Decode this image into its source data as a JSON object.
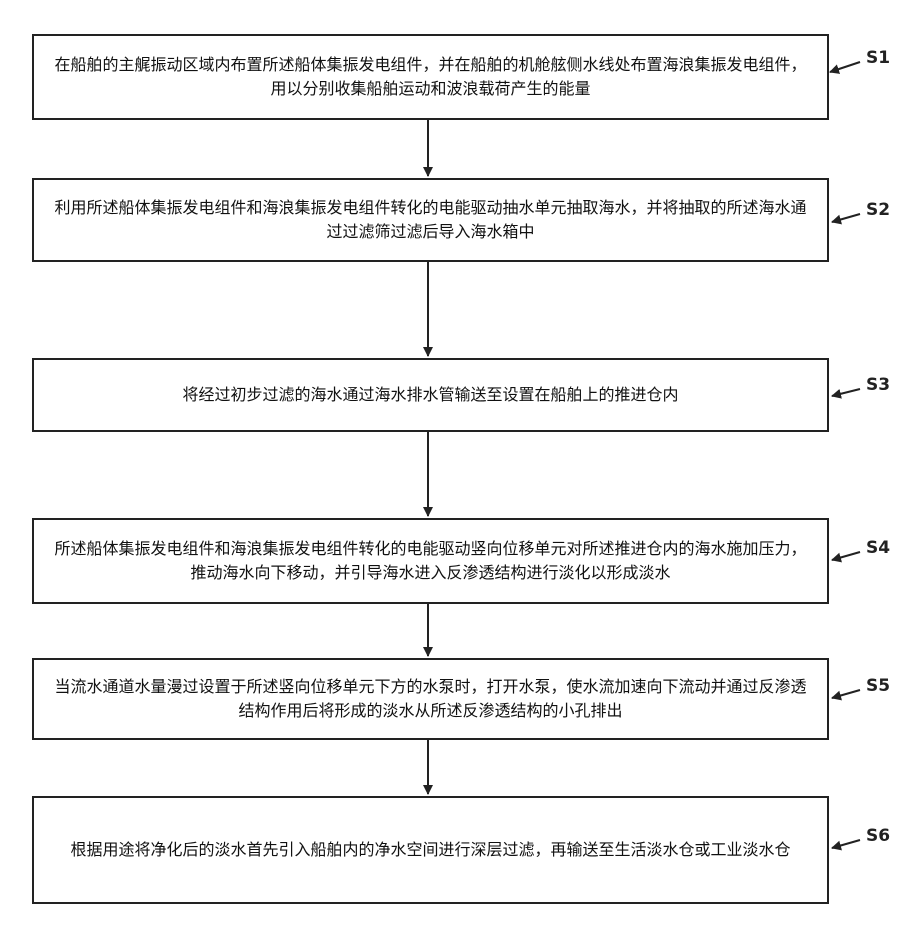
{
  "steps": [
    {
      "id": "S1",
      "text": "在船舶的主艉振动区域内布置所述船体集振发电组件，并在船舶的机舱舷侧水线处布置海浪集振发电组件，用以分别收集船舶运动和波浪载荷产生的能量"
    },
    {
      "id": "S2",
      "text": "利用所述船体集振发电组件和海浪集振发电组件转化的电能驱动抽水单元抽取海水，并将抽取的所述海水通过过滤筛过滤后导入海水箱中"
    },
    {
      "id": "S3",
      "text": "将经过初步过滤的海水通过海水排水管输送至设置在船舶上的推进仓内"
    },
    {
      "id": "S4",
      "text": "所述船体集振发电组件和海浪集振发电组件转化的电能驱动竖向位移单元对所述推进仓内的海水施加压力，推动海水向下移动，并引导海水进入反渗透结构进行淡化以形成淡水"
    },
    {
      "id": "S5",
      "text": "当流水通道水量漫过设置于所述竖向位移单元下方的水泵时，打开水泵，使水流加速向下流动并通过反渗透结构作用后将形成的淡水从所述反渗透结构的小孔排出"
    },
    {
      "id": "S6",
      "text": "根据用途将净化后的淡水首先引入船舶内的净水空间进行深层过滤，再输送至生活淡水仓或工业淡水仓"
    }
  ]
}
